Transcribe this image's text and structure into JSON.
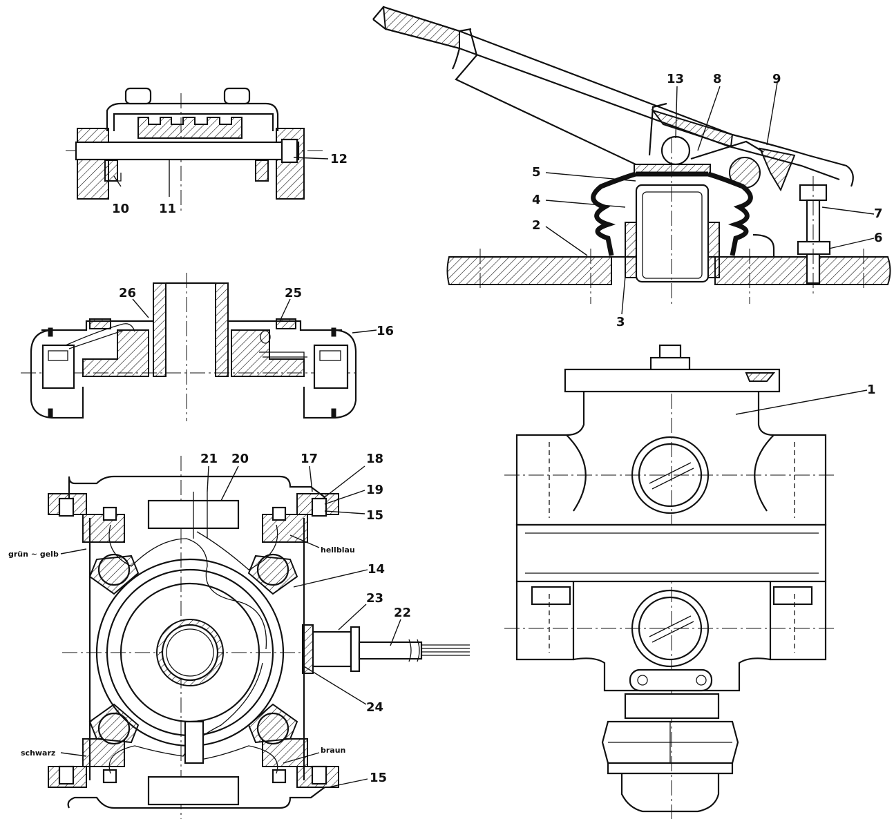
{
  "drawing": {
    "part_numbers": [
      "1",
      "2",
      "3",
      "4",
      "5",
      "6",
      "7",
      "8",
      "9",
      "10",
      "11",
      "12",
      "13",
      "14",
      "15",
      "15",
      "16",
      "17",
      "18",
      "19",
      "20",
      "21",
      "22",
      "23",
      "24",
      "25",
      "26"
    ],
    "wire_labels": {
      "green_yellow": "grün ~ gelb",
      "light_blue": "hellblau",
      "black": "schwarz",
      "brown": "braun"
    }
  }
}
